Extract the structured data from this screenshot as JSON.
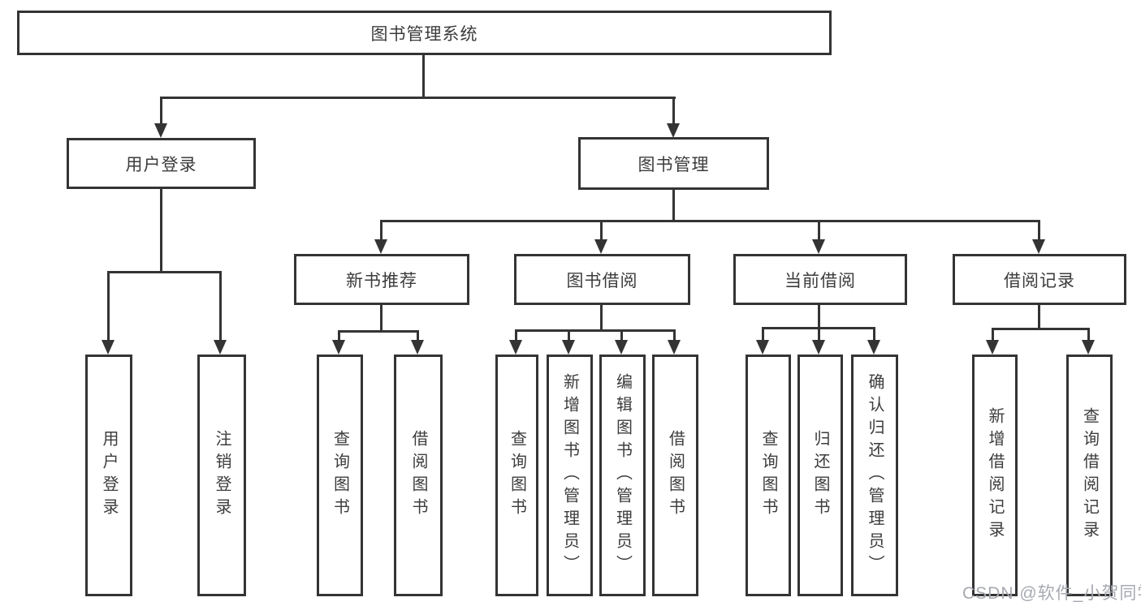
{
  "diagram": {
    "root": {
      "label": "图书管理系统"
    },
    "level2": {
      "user_login": {
        "label": "用户登录"
      },
      "book_management": {
        "label": "图书管理"
      }
    },
    "user_login_children": {
      "login": {
        "label": "用户登录"
      },
      "logout": {
        "label": "注销登录"
      }
    },
    "level3": {
      "new_book": {
        "label": "新书推荐"
      },
      "book_borrow": {
        "label": "图书借阅"
      },
      "current_borrow": {
        "label": "当前借阅"
      },
      "borrow_record": {
        "label": "借阅记录"
      }
    },
    "new_book_children": {
      "query_books": {
        "label": "查询图书"
      },
      "borrow_books": {
        "label": "借阅图书"
      }
    },
    "book_borrow_children": {
      "query_books": {
        "label": "查询图书"
      },
      "add_books_admin": {
        "label": "新增图书（管理员）"
      },
      "edit_books_admin": {
        "label": "编辑图书（管理员）"
      },
      "borrow_books": {
        "label": "借阅图书"
      }
    },
    "current_borrow_children": {
      "query_books": {
        "label": "查询图书"
      },
      "return_books": {
        "label": "归还图书"
      },
      "confirm_return_admin": {
        "label": "确认归还（管理员）"
      }
    },
    "borrow_record_children": {
      "add_record": {
        "label": "新增借阅记录"
      },
      "query_record": {
        "label": "查询借阅记录"
      }
    },
    "watermark": "CSDN @软件_小贺同学",
    "colors": {
      "line": "#343434",
      "text": "#3c3c3c",
      "background": "#ffffff",
      "watermark": "#a7a9b1"
    }
  }
}
